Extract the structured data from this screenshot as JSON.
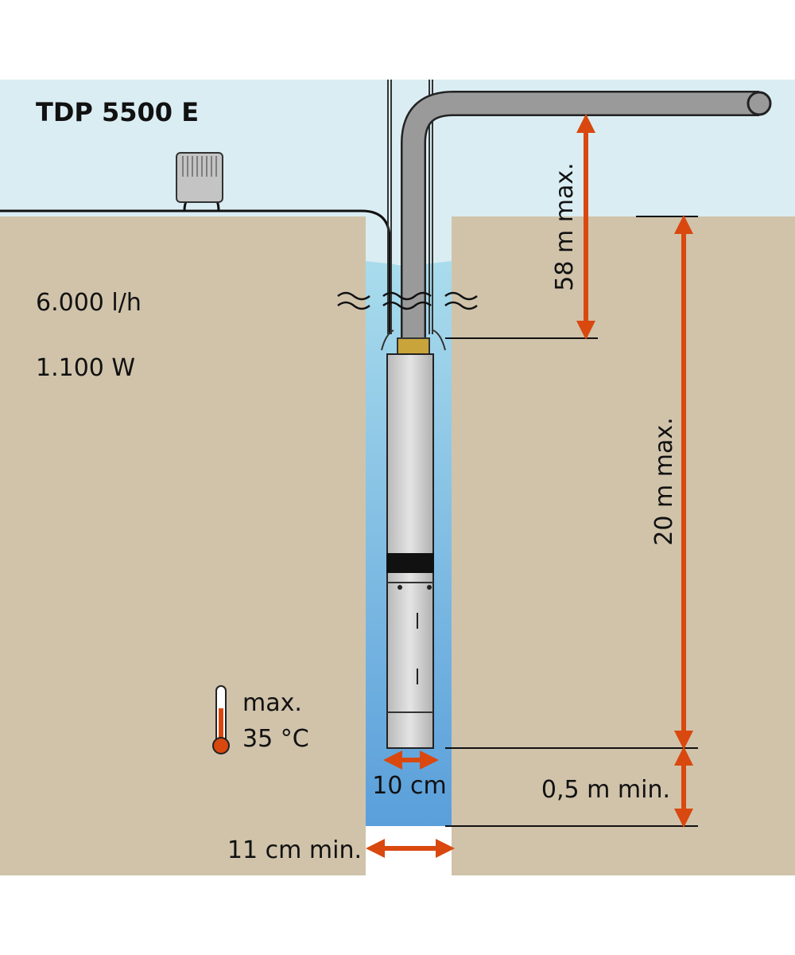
{
  "title": "TDP 5500 E",
  "specs": {
    "flow": "6.000 l/h",
    "power": "1.100 W"
  },
  "temperature": {
    "line1": "max.",
    "line2": "35 °C"
  },
  "dimensions": {
    "pump_diameter": "10 cm",
    "well_diameter": "11 cm min.",
    "delivery_height": "58 m max.",
    "immersion_depth": "20 m max.",
    "bottom_clearance": "0,5 m min."
  },
  "colors": {
    "sky": "#daedf3",
    "ground": "#d0c3aa",
    "water_top": "#a9dcec",
    "water_bottom": "#5a9fdb",
    "arrow": "#d9480f",
    "pipe": "#9a9a9a"
  }
}
